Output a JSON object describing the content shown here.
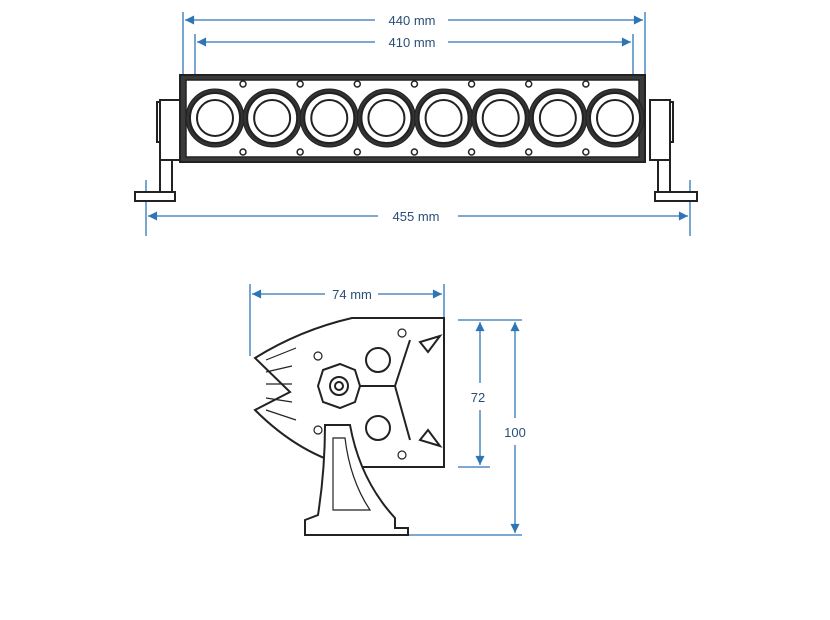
{
  "front_view": {
    "dimensions": {
      "outer_width": "440 mm",
      "inner_width": "410 mm",
      "bracket_width": "455 mm"
    },
    "lens_count": 8
  },
  "side_view": {
    "dimensions": {
      "depth": "74 mm",
      "body_height": "72",
      "total_height": "100"
    }
  },
  "colors": {
    "dimension": "#2e75b6",
    "ink": "#222222"
  }
}
